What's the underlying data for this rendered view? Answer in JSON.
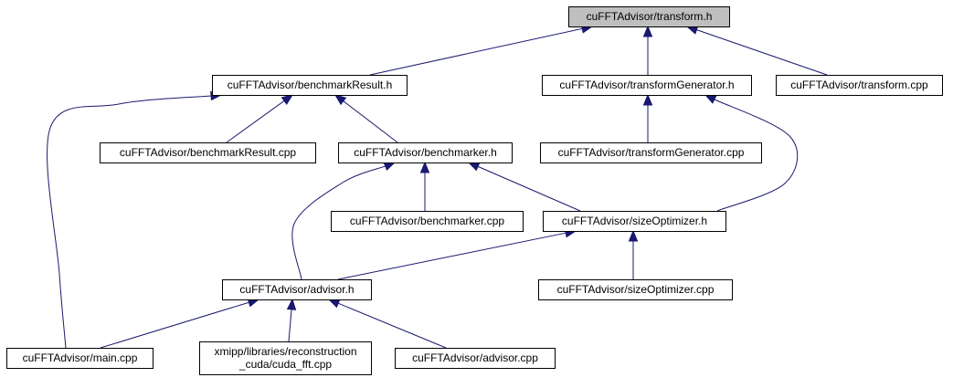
{
  "graph": {
    "nodes": [
      {
        "id": "transform_h",
        "lines": [
          "cuFFTAdvisor/transform.h"
        ],
        "root": true
      },
      {
        "id": "benchmarkResult_h",
        "lines": [
          "cuFFTAdvisor/benchmarkResult.h"
        ]
      },
      {
        "id": "transformGenerator_h",
        "lines": [
          "cuFFTAdvisor/transformGenerator.h"
        ]
      },
      {
        "id": "transform_cpp",
        "lines": [
          "cuFFTAdvisor/transform.cpp"
        ]
      },
      {
        "id": "benchmarkResult_cpp",
        "lines": [
          "cuFFTAdvisor/benchmarkResult.cpp"
        ]
      },
      {
        "id": "benchmarker_h",
        "lines": [
          "cuFFTAdvisor/benchmarker.h"
        ]
      },
      {
        "id": "transformGenerator_cpp",
        "lines": [
          "cuFFTAdvisor/transformGenerator.cpp"
        ]
      },
      {
        "id": "benchmarker_cpp",
        "lines": [
          "cuFFTAdvisor/benchmarker.cpp"
        ]
      },
      {
        "id": "sizeOptimizer_h",
        "lines": [
          "cuFFTAdvisor/sizeOptimizer.h"
        ]
      },
      {
        "id": "advisor_h",
        "lines": [
          "cuFFTAdvisor/advisor.h"
        ]
      },
      {
        "id": "sizeOptimizer_cpp",
        "lines": [
          "cuFFTAdvisor/sizeOptimizer.cpp"
        ]
      },
      {
        "id": "main_cpp",
        "lines": [
          "cuFFTAdvisor/main.cpp"
        ]
      },
      {
        "id": "cuda_fft_cpp",
        "lines": [
          "xmipp/libraries/reconstruction",
          "_cuda/cuda_fft.cpp"
        ]
      },
      {
        "id": "advisor_cpp",
        "lines": [
          "cuFFTAdvisor/advisor.cpp"
        ]
      }
    ],
    "edges": [
      {
        "from": "benchmarkResult_h",
        "to": "transform_h"
      },
      {
        "from": "transformGenerator_h",
        "to": "transform_h"
      },
      {
        "from": "transform_cpp",
        "to": "transform_h"
      },
      {
        "from": "benchmarkResult_cpp",
        "to": "benchmarkResult_h"
      },
      {
        "from": "benchmarker_h",
        "to": "benchmarkResult_h"
      },
      {
        "from": "main_cpp",
        "to": "benchmarkResult_h"
      },
      {
        "from": "transformGenerator_cpp",
        "to": "transformGenerator_h"
      },
      {
        "from": "sizeOptimizer_h",
        "to": "transformGenerator_h"
      },
      {
        "from": "benchmarker_cpp",
        "to": "benchmarker_h"
      },
      {
        "from": "sizeOptimizer_h",
        "to": "benchmarker_h"
      },
      {
        "from": "advisor_h",
        "to": "benchmarker_h"
      },
      {
        "from": "advisor_h",
        "to": "sizeOptimizer_h"
      },
      {
        "from": "sizeOptimizer_cpp",
        "to": "sizeOptimizer_h"
      },
      {
        "from": "main_cpp",
        "to": "advisor_h"
      },
      {
        "from": "cuda_fft_cpp",
        "to": "advisor_h"
      },
      {
        "from": "advisor_cpp",
        "to": "advisor_h"
      }
    ]
  },
  "colors": {
    "edge": "#191970",
    "root_fill": "#bfbfbf",
    "node_fill": "#ffffff",
    "node_border": "#000000"
  }
}
